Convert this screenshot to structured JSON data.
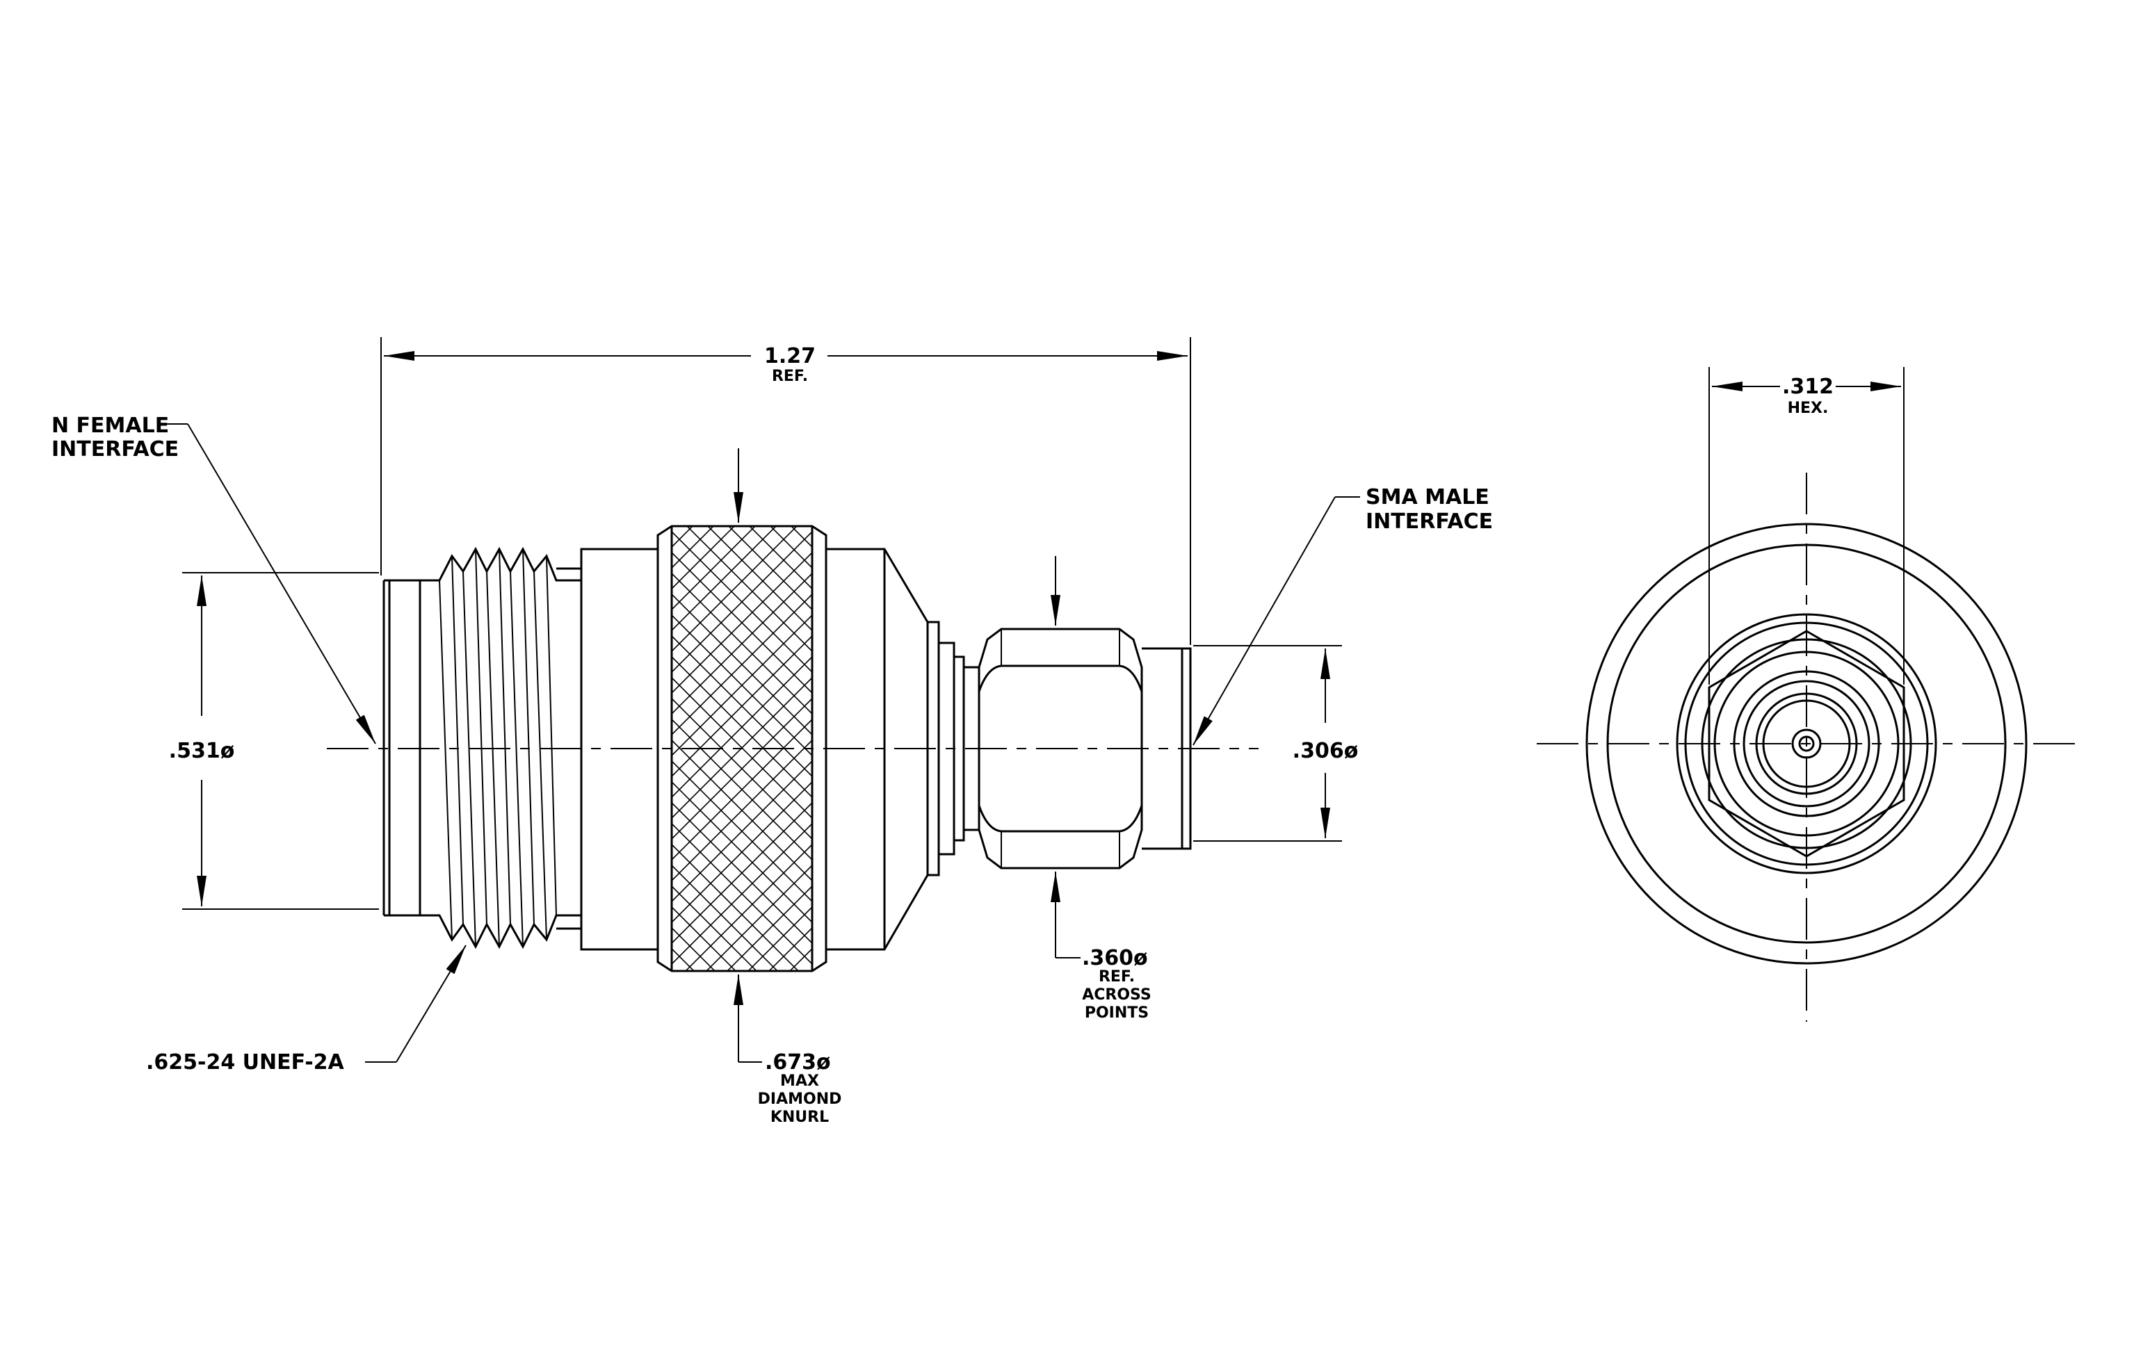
{
  "colors": {
    "line": "#000000",
    "background": "#ffffff"
  },
  "side_view": {
    "overall_length": {
      "value": "1.27",
      "note": "REF."
    },
    "n_interface": {
      "line1": "N FEMALE",
      "line2": "INTERFACE"
    },
    "sma_interface": {
      "line1": "SMA MALE",
      "line2": "INTERFACE"
    },
    "left_diameter": ".531ø",
    "right_diameter": ".306ø",
    "thread": ".625-24 UNEF-2A",
    "knurl": {
      "value": ".673ø",
      "line1": "MAX",
      "line2": "DIAMOND",
      "line3": "KNURL"
    },
    "hex_points": {
      "value": ".360ø",
      "line1": "REF.",
      "line2": "ACROSS",
      "line3": "POINTS"
    }
  },
  "end_view": {
    "hex_width": {
      "value": ".312",
      "note": "HEX."
    }
  }
}
